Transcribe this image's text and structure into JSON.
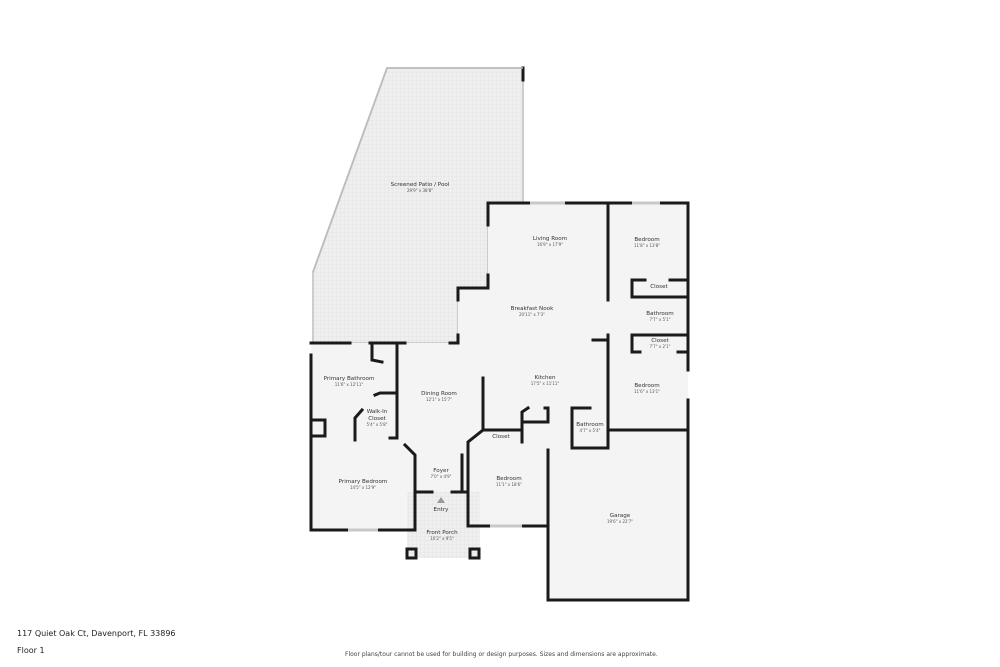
{
  "address": "117 Quiet Oak Ct, Davenport, FL 33896",
  "floor": "Floor 1",
  "disclaimer": "Floor plans/tour cannot be used for building or design purposes. Sizes and dimensions are approximate.",
  "colors": {
    "wall": "#1a1a1a",
    "floor": "#f3f3f3",
    "patio": "#ececec"
  },
  "rooms": {
    "patio": {
      "name": "Screened Patio / Pool",
      "dims": "29'9\" x 38'8\""
    },
    "living": {
      "name": "Living Room",
      "dims": "16'9\" x 17'9\""
    },
    "bedroom1": {
      "name": "Bedroom",
      "dims": "11'8\" x 13'8\""
    },
    "closet1": {
      "name": "Closet"
    },
    "nook": {
      "name": "Breakfast Nook",
      "dims": "20'11\" x 7'3\""
    },
    "bath1": {
      "name": "Bathroom",
      "dims": "7'7\" x 5'1\""
    },
    "closet2": {
      "name": "Closet",
      "dims": "7'7\" x 2'1\""
    },
    "pbath": {
      "name": "Primary Bathroom",
      "dims": "11'6\" x 12'11\""
    },
    "dining": {
      "name": "Dining Room",
      "dims": "12'1\" x 15'7\""
    },
    "kitchen": {
      "name": "Kitchen",
      "dims": "17'5\" x 11'11\""
    },
    "bedroom2": {
      "name": "Bedroom",
      "dims": "11'6\" x 13'1\""
    },
    "walkin": {
      "name": "Walk-In",
      "name2": "Closet",
      "dims": "5'4\" x 5'8\""
    },
    "closet3": {
      "name": "Closet"
    },
    "bath2": {
      "name": "Bathroom",
      "dims": "4'7\" x 5'4\""
    },
    "foyer": {
      "name": "Foyer",
      "dims": "7'0\" x 4'9\""
    },
    "pbed": {
      "name": "Primary Bedroom",
      "dims": "14'5\" x 12'9\""
    },
    "bedroom3": {
      "name": "Bedroom",
      "dims": "11'1\" x 18'6\""
    },
    "garage": {
      "name": "Garage",
      "dims": "19'6\" x 22'7\""
    },
    "entry": {
      "name": "Entry"
    },
    "porch": {
      "name": "Front Porch",
      "dims": "10'2\" x 9'5\""
    }
  }
}
